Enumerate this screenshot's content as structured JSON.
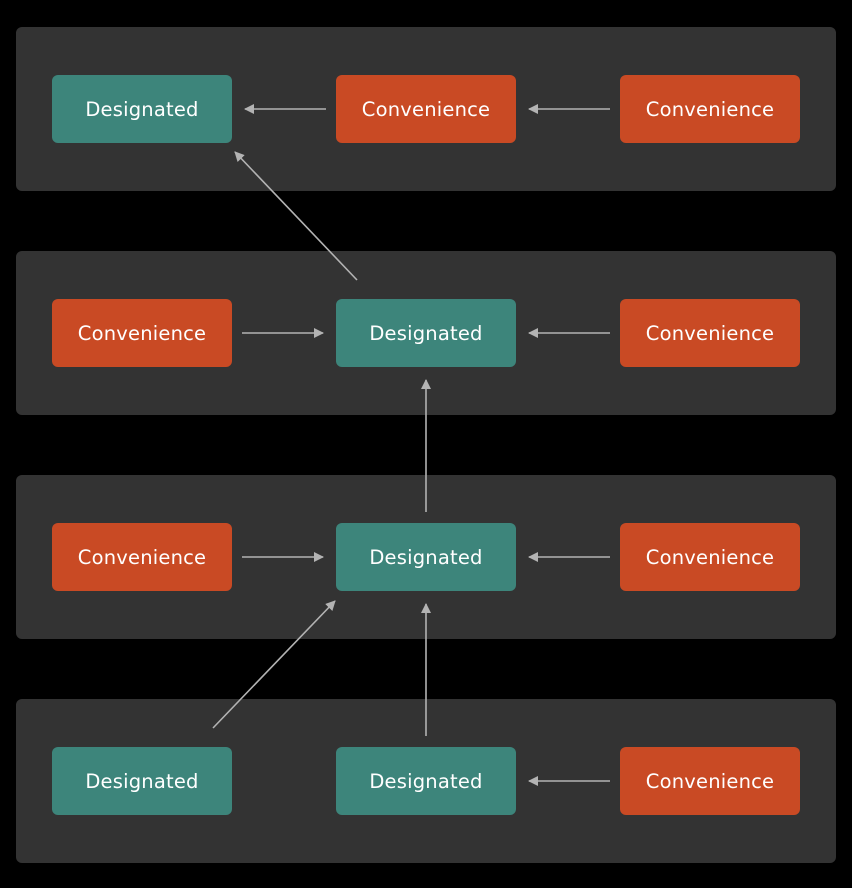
{
  "colors": {
    "background": "#000000",
    "tier": "#333333",
    "designated": "#3d857b",
    "convenience": "#c94a24",
    "arrow": "#b3b3b3",
    "text": "#ffffff"
  },
  "tiers": [
    {
      "nodes": [
        {
          "label": "Designated",
          "kind": "designated"
        },
        {
          "label": "Convenience",
          "kind": "convenience"
        },
        {
          "label": "Convenience",
          "kind": "convenience"
        }
      ]
    },
    {
      "nodes": [
        {
          "label": "Convenience",
          "kind": "convenience"
        },
        {
          "label": "Designated",
          "kind": "designated"
        },
        {
          "label": "Convenience",
          "kind": "convenience"
        }
      ]
    },
    {
      "nodes": [
        {
          "label": "Convenience",
          "kind": "convenience"
        },
        {
          "label": "Designated",
          "kind": "designated"
        },
        {
          "label": "Convenience",
          "kind": "convenience"
        }
      ]
    },
    {
      "nodes": [
        {
          "label": "Designated",
          "kind": "designated"
        },
        {
          "label": "Designated",
          "kind": "designated"
        },
        {
          "label": "Convenience",
          "kind": "convenience"
        }
      ]
    }
  ],
  "edges": [
    {
      "from": "0.1",
      "to": "0.0"
    },
    {
      "from": "0.2",
      "to": "0.1"
    },
    {
      "from": "1.0",
      "to": "1.1"
    },
    {
      "from": "1.2",
      "to": "1.1"
    },
    {
      "from": "1.1",
      "to": "0.0"
    },
    {
      "from": "2.0",
      "to": "2.1"
    },
    {
      "from": "2.2",
      "to": "2.1"
    },
    {
      "from": "2.1",
      "to": "1.1"
    },
    {
      "from": "3.2",
      "to": "3.1"
    },
    {
      "from": "3.1",
      "to": "2.1"
    },
    {
      "from": "3.0",
      "to": "2.1"
    }
  ]
}
